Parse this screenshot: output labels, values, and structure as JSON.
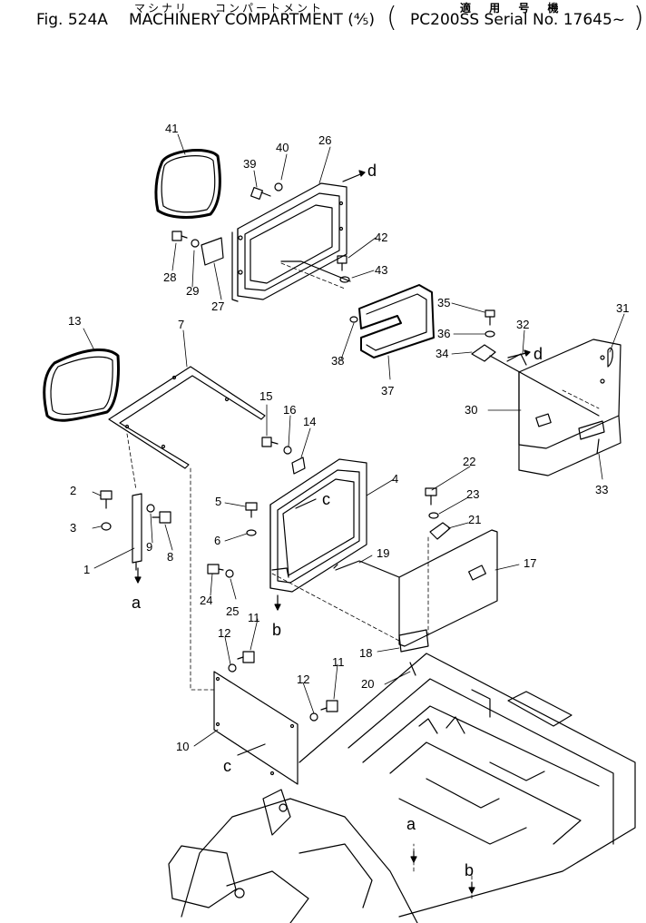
{
  "header": {
    "kana_line": [
      "マシナリ",
      "コンパートメント"
    ],
    "figure_number": "Fig. 524A",
    "title": "MACHINERY COMPARTMENT (⅘)",
    "applicability_label": "適 用 号 機",
    "model_serial": "PC200SS Serial No. 17645~"
  },
  "callouts": [
    "1",
    "2",
    "3",
    "4",
    "5",
    "6",
    "7",
    "8",
    "9",
    "10",
    "11",
    "11",
    "12",
    "12",
    "13",
    "14",
    "15",
    "16",
    "17",
    "18",
    "19",
    "20",
    "21",
    "22",
    "23",
    "24",
    "25",
    "26",
    "27",
    "28",
    "29",
    "30",
    "31",
    "32",
    "33",
    "34",
    "35",
    "36",
    "37",
    "38",
    "39",
    "40",
    "41",
    "42",
    "43"
  ],
  "reference_letters": [
    "a",
    "a",
    "b",
    "b",
    "c",
    "c",
    "d",
    "d"
  ]
}
